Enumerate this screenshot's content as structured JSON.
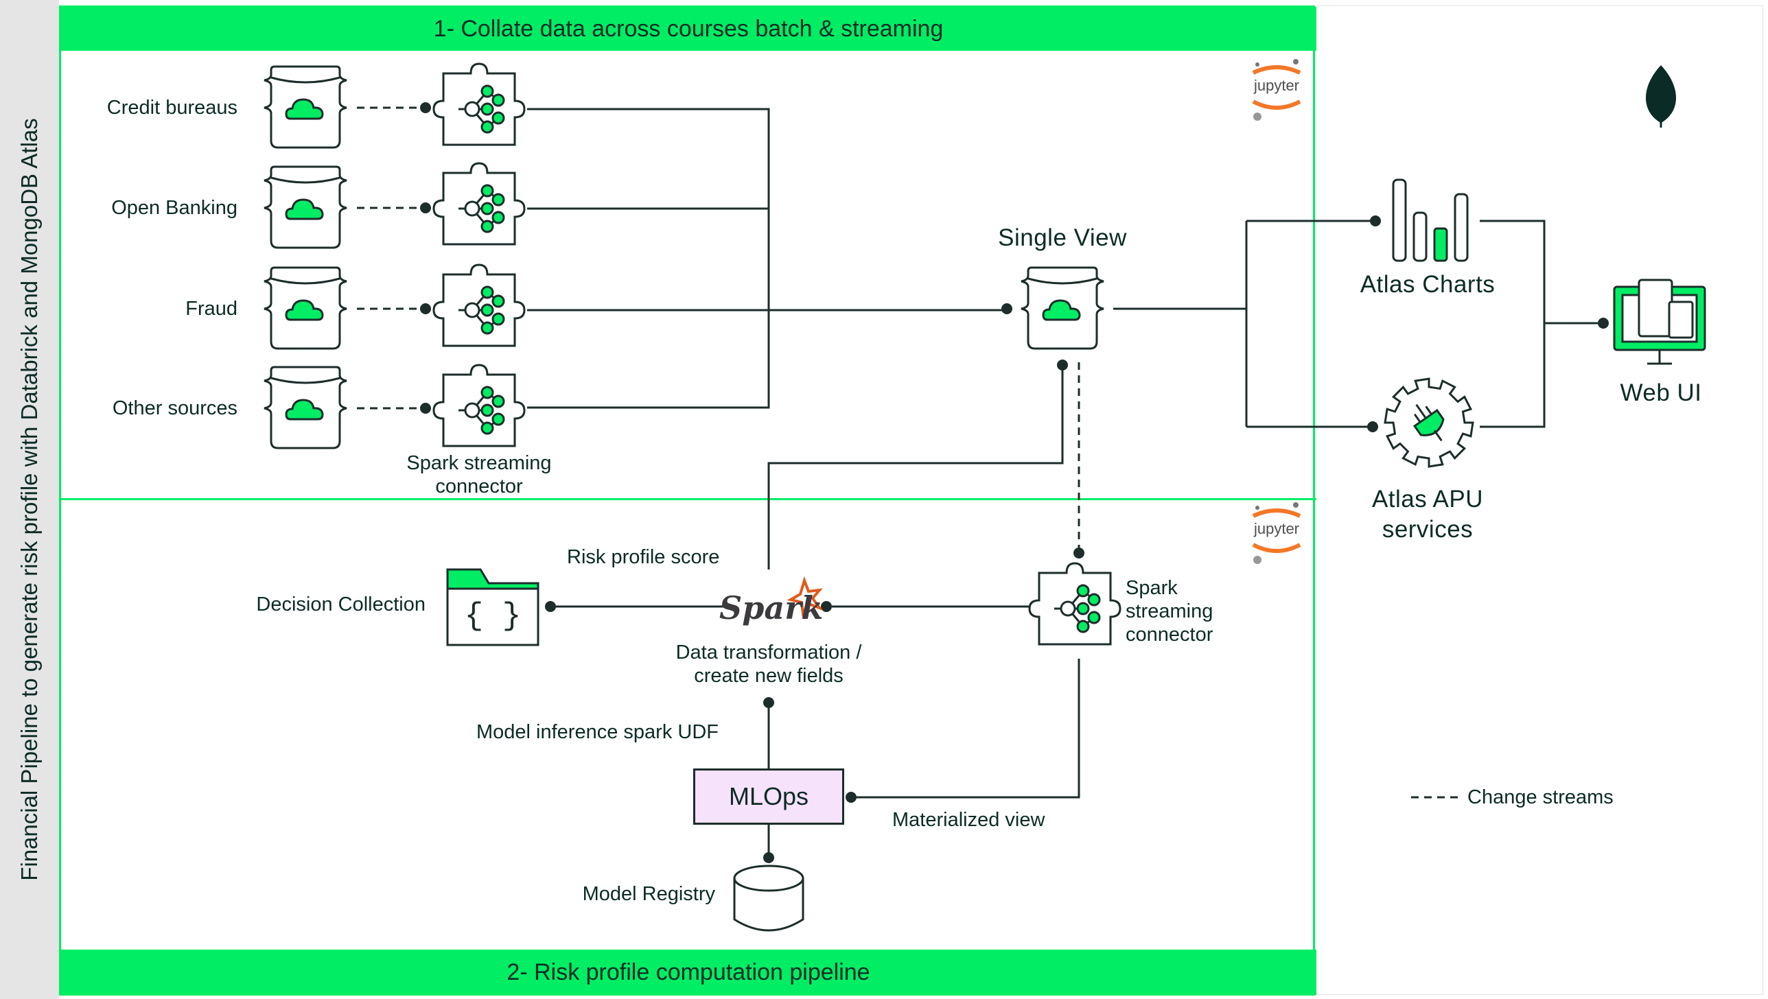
{
  "title": "Financial Pipeline to generate risk profile with Databrick and MongoDB Atlas",
  "banner_top": "1- Collate data across courses batch & streaming",
  "banner_bottom": "2- Risk profile computation pipeline",
  "sources": [
    {
      "label": "Credit bureaus"
    },
    {
      "label": "Open Banking"
    },
    {
      "label": "Fraud"
    },
    {
      "label": "Other sources"
    }
  ],
  "spark_connector_top": "Spark streaming connector",
  "single_view": "Single View",
  "atlas_charts": "Atlas Charts",
  "atlas_api": "Atlas APU services",
  "web_ui": "Web UI",
  "jupyter_label": "jupyter",
  "risk_profile_score": "Risk profile score",
  "decision_collection": "Decision Collection",
  "data_transformation": "Data transformation / create new fields",
  "spark_logo": "Spark",
  "spark_connector_bottom": "Spark streaming connector",
  "model_inference": "Model inference spark UDF",
  "mlops": "MLOps",
  "materialized_view": "Materialized view",
  "model_registry": "Model Registry",
  "legend": {
    "change_streams": "Change streams"
  },
  "colors": {
    "accent": "#00ed64",
    "ink": "#1c2d2b",
    "mlops_fill": "#f7e2fb",
    "jupyter_orange": "#f37726"
  },
  "icons": [
    "database-cloud-icon",
    "connector-icon",
    "mongodb-leaf-icon",
    "charts-icon",
    "api-gear-icon",
    "monitor-icon",
    "folder-braces-icon",
    "cylinder-icon",
    "spark-star-icon",
    "jupyter-logo"
  ]
}
